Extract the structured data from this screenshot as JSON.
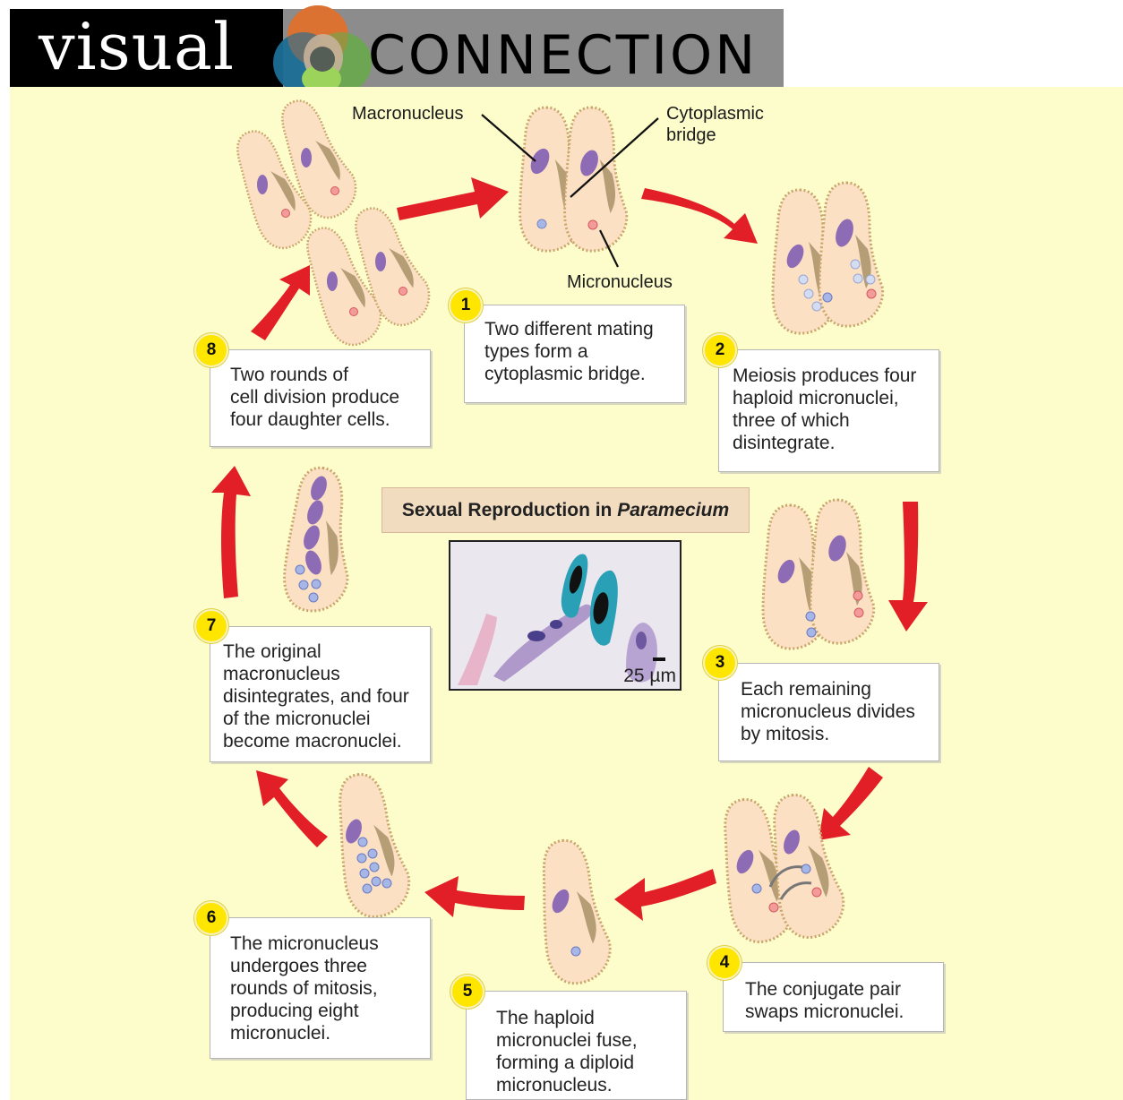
{
  "header": {
    "word_visual": "visual",
    "word_connection": "CONNECTION"
  },
  "title": {
    "main": "Sexual Reproduction in ",
    "italic": "Paramecium"
  },
  "labels": {
    "macronucleus": "Macronucleus",
    "cytoplasmic_bridge": "Cytoplasmic\nbridge",
    "micronucleus": "Micronucleus"
  },
  "steps": [
    {
      "number": "1",
      "text": "Two different mating\ntypes form a\ncytoplasmic bridge."
    },
    {
      "number": "2",
      "text": "Meiosis produces four\nhaploid micronuclei,\nthree of which\ndisintegrate."
    },
    {
      "number": "3",
      "text": "Each remaining\nmicronucleus divides\nby mitosis."
    },
    {
      "number": "4",
      "text": "The conjugate pair\nswaps micronuclei."
    },
    {
      "number": "5",
      "text": "The haploid\nmicronuclei fuse,\nforming a diploid\nmicronucleus."
    },
    {
      "number": "6",
      "text": "The micronucleus\nundergoes three\nrounds of mitosis,\nproducing eight\nmicronuclei."
    },
    {
      "number": "7",
      "text": "The original\nmacronucleus\ndisintegrates, and four\nof the micronuclei\nbecome macronuclei."
    },
    {
      "number": "8",
      "text": "Two rounds of\ncell division produce\nfour daughter cells."
    }
  ],
  "micrograph": {
    "scale_label": "25 µm"
  },
  "colors": {
    "panel": "#fdfdcb",
    "arrow": "#e21f26",
    "cell_fill": "#fbe0c4",
    "cell_border": "#c9a46a",
    "macronucleus": "#8d6bb5",
    "micronucleus_blue": "#a6b6e6",
    "micronucleus_red": "#f39a9a",
    "badge": "#ffe600"
  }
}
